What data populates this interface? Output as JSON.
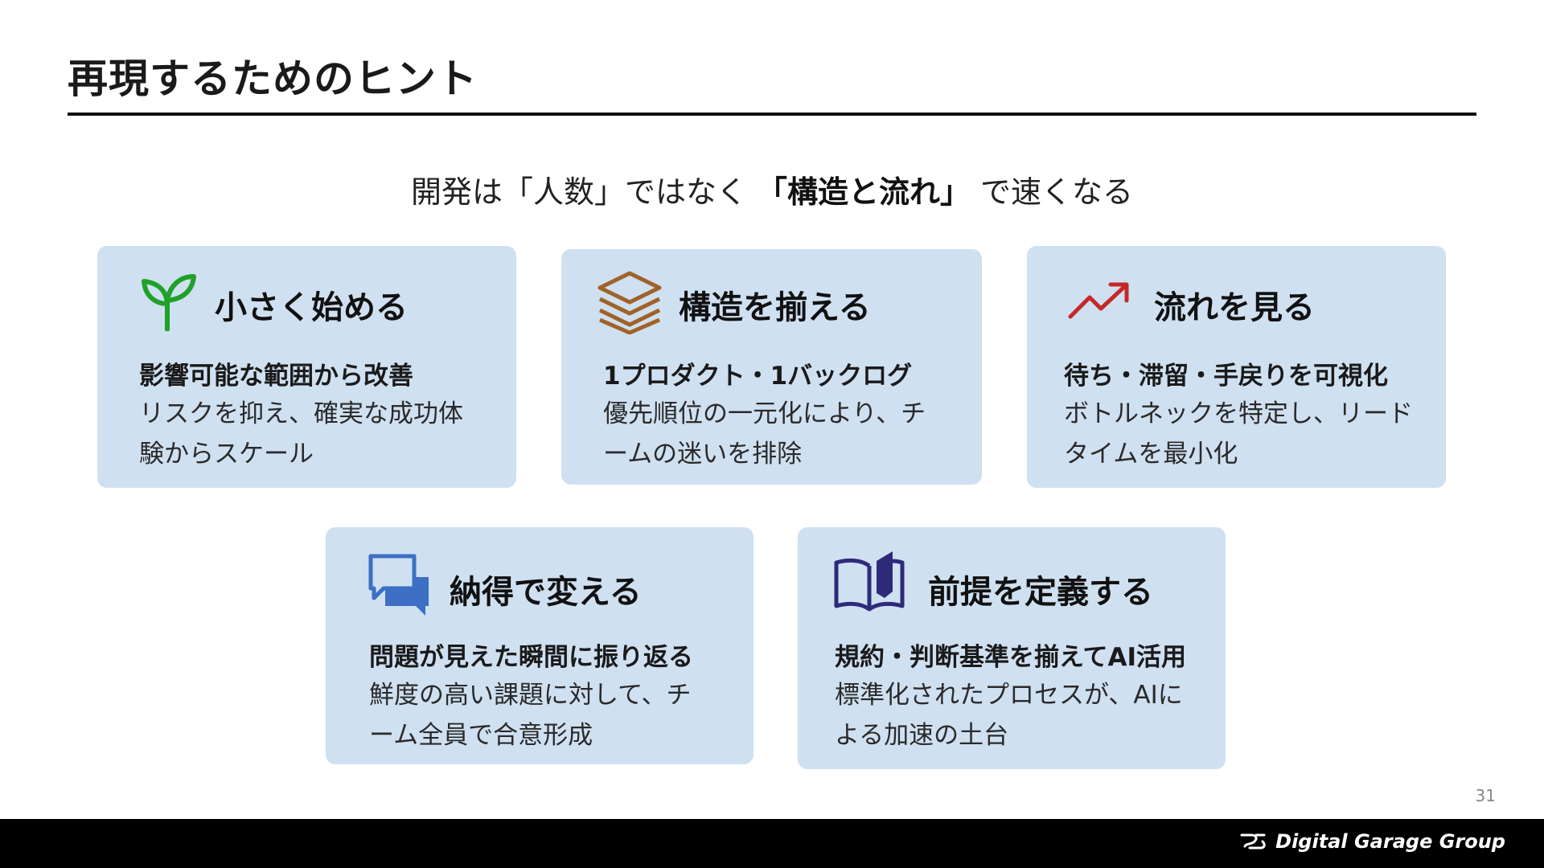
{
  "slide": {
    "title": "再現するためのヒント",
    "subtitle_prefix": "開発は「人数」ではなく",
    "subtitle_emphasis": "「構造と流れ」",
    "subtitle_suffix": "で速くなる",
    "page_number": "31"
  },
  "cards": [
    {
      "icon": "sprout-icon",
      "title": "小さく始める",
      "subtitle": "影響可能な範囲から改善",
      "body": "リスクを抑え、確実な成功体験からスケール"
    },
    {
      "icon": "layers-icon",
      "title": "構造を揃える",
      "subtitle": "1プロダクト・1バックログ",
      "body": "優先順位の一元化により、チームの迷いを排除"
    },
    {
      "icon": "trend-up-icon",
      "title": "流れを見る",
      "subtitle": "待ち・滞留・手戻りを可視化",
      "body": "ボトルネックを特定し、リードタイムを最小化"
    },
    {
      "icon": "chat-bubbles-icon",
      "title": "納得で変える",
      "subtitle": "問題が見えた瞬間に振り返る",
      "body": "鮮度の高い課題に対して、チーム全員で合意形成"
    },
    {
      "icon": "book-icon",
      "title": "前提を定義する",
      "subtitle": "規約・判断基準を揃えてAI活用",
      "body": "標準化されたプロセスが、AIによる加速の土台"
    }
  ],
  "footer": {
    "logo_text": "Digital Garage Group"
  },
  "colors": {
    "card_bg": "#cfe0f1",
    "sprout": "#1fa12a",
    "layers": "#a0622a",
    "trend": "#c62828",
    "chat": "#3d6fc4",
    "book": "#2e2a7a"
  }
}
